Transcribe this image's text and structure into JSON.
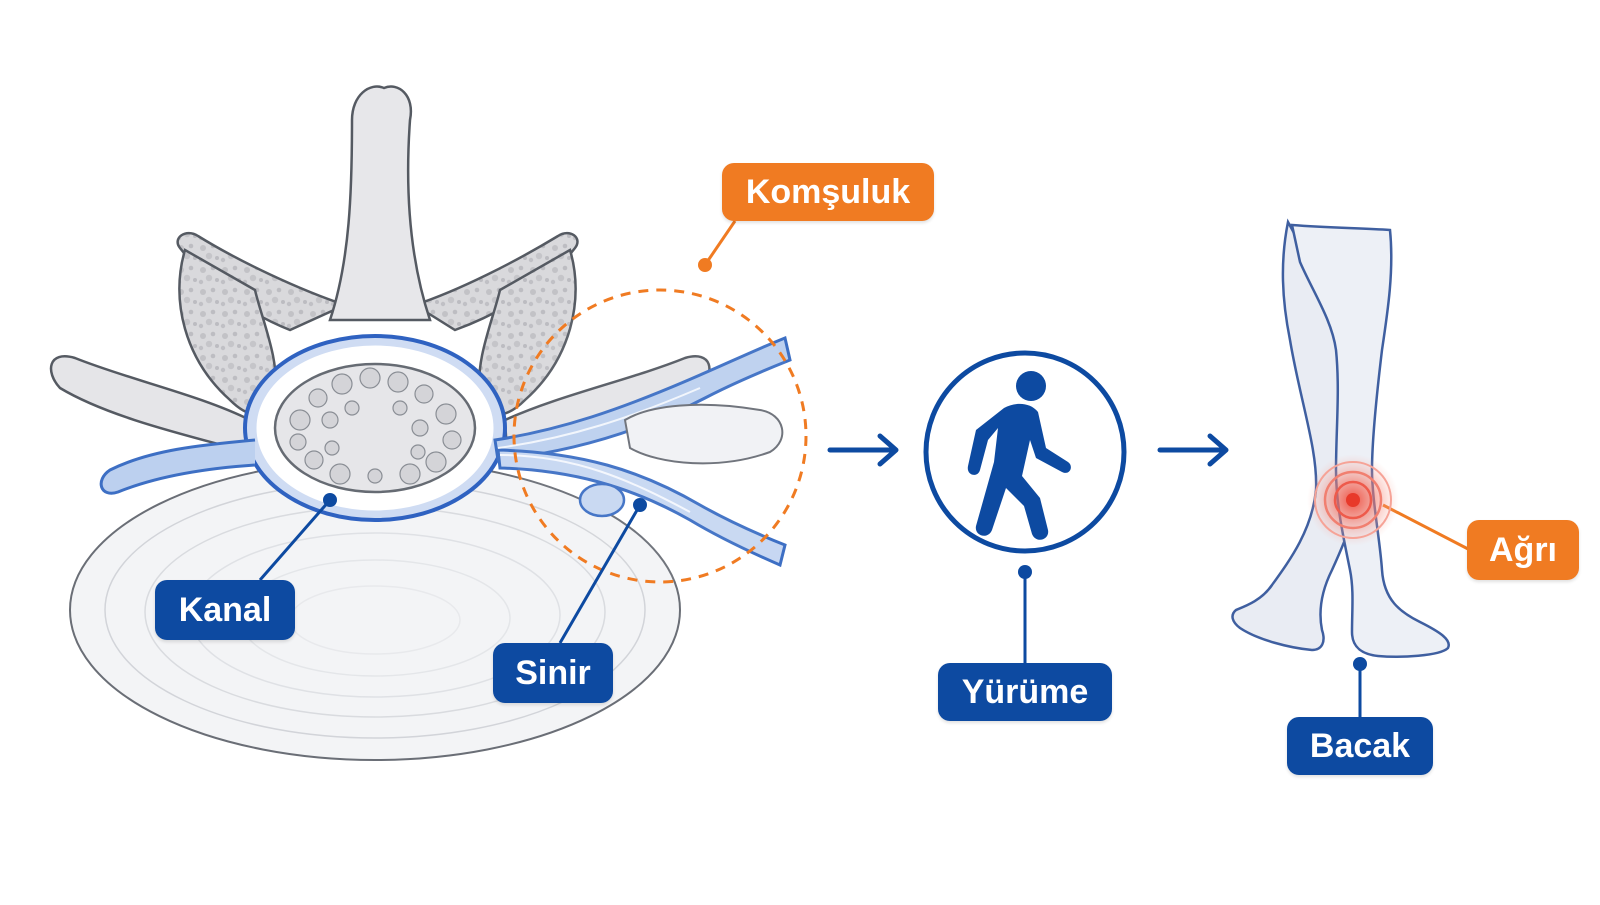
{
  "labels": {
    "kanal": "Kanal",
    "sinir": "Sinir",
    "komsuluk": "Komşuluk",
    "yurume": "Yürüme",
    "agri": "Ağrı",
    "bacak": "Bacak"
  },
  "icons": {
    "walking": "walking-person-icon",
    "arrow": "arrow-right-icon",
    "pain": "pain-target-icon"
  },
  "colors": {
    "blue": "#0d4aa1",
    "nerve_blue": "#4f7fd0",
    "orange": "#f07b22",
    "bone": "#e4e4e6",
    "outline": "#555a62",
    "leg_fill": "#e9ecf3",
    "pain_red": "#ef4a3c"
  }
}
